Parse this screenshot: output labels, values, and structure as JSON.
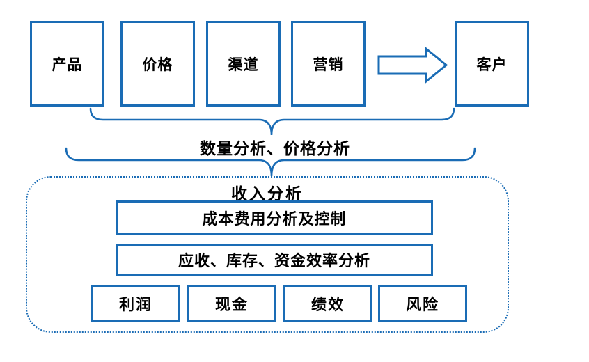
{
  "colors": {
    "line_blue": "#1a6cb5",
    "text": "#000000"
  },
  "top_row": {
    "boxes": [
      {
        "label": "产品"
      },
      {
        "label": "价格"
      },
      {
        "label": "渠道"
      },
      {
        "label": "营销"
      },
      {
        "label": "客户"
      }
    ],
    "arrow": "right-block-arrow"
  },
  "brace_label": "数量分析、价格分析",
  "revenue_container": {
    "title": "收入分析",
    "bars": [
      {
        "label": "成本费用分析及控制"
      },
      {
        "label": "应收、库存、资金效率分析"
      }
    ],
    "bottom_boxes": [
      {
        "label": "利润"
      },
      {
        "label": "现金"
      },
      {
        "label": "绩效"
      },
      {
        "label": "风险"
      }
    ]
  }
}
